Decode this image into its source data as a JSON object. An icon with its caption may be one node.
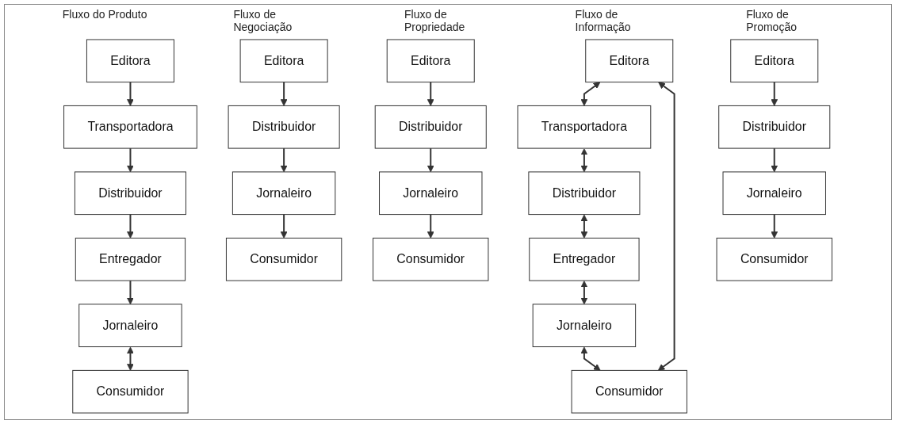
{
  "diagram": {
    "nodes": [
      {
        "text": [
          "Editora"
        ]
      },
      {
        "text": [
          "Transportadora"
        ]
      },
      {
        "text": [
          "Distribuidor"
        ]
      },
      {
        "text": [
          "Entregador"
        ]
      },
      {
        "text": [
          "Jornaleiro"
        ]
      },
      {
        "text": [
          "Consumidor"
        ]
      },
      {
        "text": [
          "Editora"
        ]
      },
      {
        "text": [
          "Distribuidor"
        ]
      },
      {
        "text": [
          "Jornaleiro"
        ]
      },
      {
        "text": [
          "Consumidor"
        ]
      },
      {
        "text": [
          "Editora"
        ]
      },
      {
        "text": [
          "Distribuidor"
        ]
      },
      {
        "text": [
          "Jornaleiro"
        ]
      },
      {
        "text": [
          "Consumidor"
        ]
      },
      {
        "text": [
          "Editora"
        ]
      },
      {
        "text": [
          "Transportadora"
        ]
      },
      {
        "text": [
          "Distribuidor"
        ]
      },
      {
        "text": [
          "Entregador"
        ]
      },
      {
        "text": [
          "Jornaleiro"
        ]
      },
      {
        "text": [
          "Consumidor"
        ]
      },
      {
        "text": [
          "Editora"
        ]
      },
      {
        "text": [
          "Distribuidor"
        ]
      },
      {
        "text": [
          "Jornaleiro"
        ]
      },
      {
        "text": [
          "Consumidor"
        ]
      }
    ],
    "edges": [
      {
        "from": 0,
        "to": 1,
        "arrow": "to"
      },
      {
        "from": 1,
        "to": 2,
        "arrow": "to"
      },
      {
        "from": 2,
        "to": 3,
        "arrow": "to"
      },
      {
        "from": 3,
        "to": 4,
        "arrow": "to"
      },
      {
        "from": 4,
        "to": 5,
        "arrow": "both"
      },
      {
        "from": 6,
        "to": 7,
        "arrow": "to"
      },
      {
        "from": 7,
        "to": 8,
        "arrow": "to"
      },
      {
        "from": 8,
        "to": 9,
        "arrow": "to"
      },
      {
        "from": 10,
        "to": 11,
        "arrow": "to"
      },
      {
        "from": 11,
        "to": 12,
        "arrow": "to"
      },
      {
        "from": 12,
        "to": 13,
        "arrow": "to"
      },
      {
        "from": 14,
        "to": 15,
        "arrow": "both"
      },
      {
        "from": 15,
        "to": 16,
        "arrow": "both"
      },
      {
        "from": 16,
        "to": 17,
        "arrow": "both"
      },
      {
        "from": 17,
        "to": 18,
        "arrow": "both"
      },
      {
        "from": 18,
        "to": 19,
        "arrow": "both"
      },
      {
        "from": 14,
        "to": 19,
        "arrow": "both"
      },
      {
        "from": 20,
        "to": 21,
        "arrow": "to"
      },
      {
        "from": 21,
        "to": 22,
        "arrow": "to"
      },
      {
        "from": 22,
        "to": 23,
        "arrow": "to"
      }
    ],
    "labels": [
      "Fluxo do Produto",
      "Fluxo de Negociação",
      "Fluxo de Propriedade",
      "Fluxo de Informação",
      "Fluxo de Promoção"
    ]
  }
}
